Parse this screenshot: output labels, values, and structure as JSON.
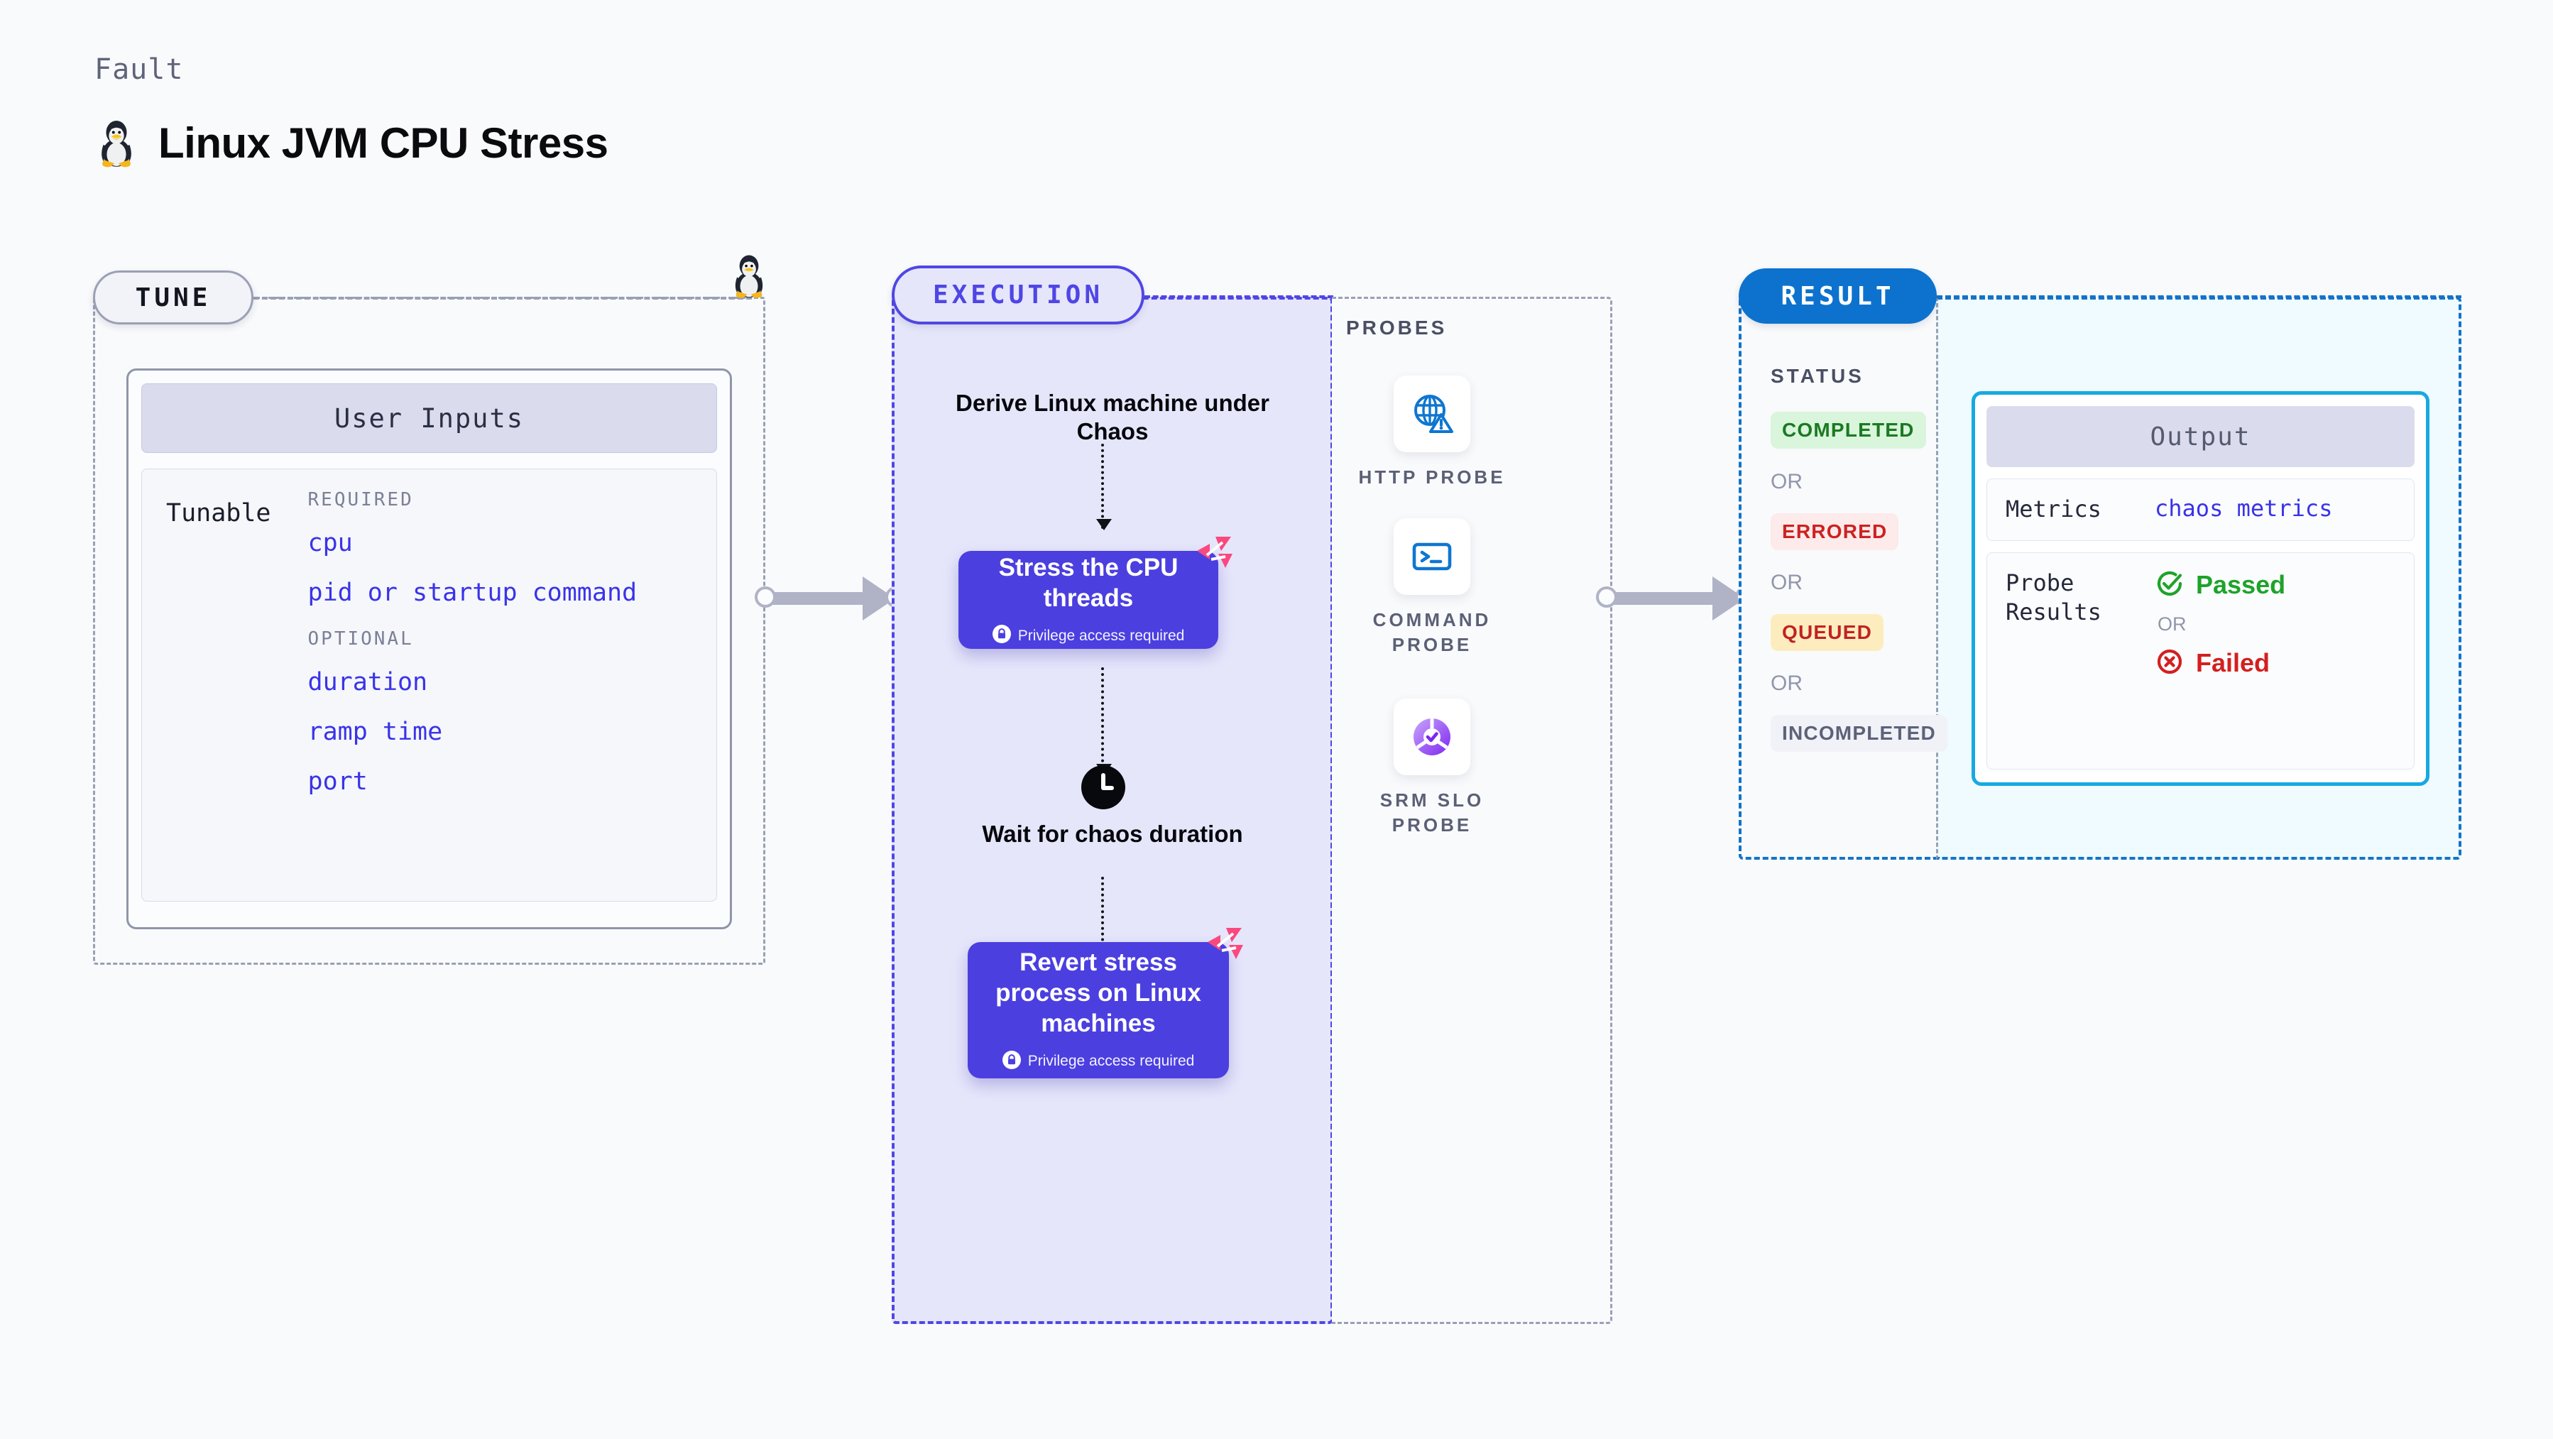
{
  "header": {
    "kicker": "Fault",
    "title": "Linux JVM CPU Stress",
    "icon": "tux-penguin-icon"
  },
  "colors": {
    "indigo": "#4f46e5",
    "indigo_card": "#4b3fe0",
    "result_blue": "#0c72ce",
    "cyan_border": "#17a9e0",
    "mono_blue": "#3a33e8",
    "gray_dash": "#9aa0b4",
    "pink_litmus": "#f9497f"
  },
  "tune": {
    "badge": "TUNE",
    "card_title": "User Inputs",
    "tunable_label": "Tunable",
    "groups": [
      {
        "title": "REQUIRED",
        "items": [
          "cpu",
          "pid or startup command"
        ]
      },
      {
        "title": "OPTIONAL",
        "items": [
          "duration",
          "ramp time",
          "port"
        ]
      }
    ]
  },
  "execution": {
    "badge": "EXECUTION",
    "steps": [
      {
        "type": "text",
        "label": "Derive Linux machine under Chaos"
      },
      {
        "type": "card",
        "label": "Stress the CPU threads",
        "privilege": "Privilege access required",
        "icon": "lock-icon",
        "badge_icon": "litmus-logo-icon"
      },
      {
        "type": "text",
        "label": "Wait for chaos duration",
        "icon": "clock-icon"
      },
      {
        "type": "card",
        "label": "Revert stress process on Linux machines",
        "privilege": "Privilege access required",
        "icon": "lock-icon",
        "badge_icon": "litmus-logo-icon"
      }
    ]
  },
  "probes": {
    "label": "PROBES",
    "items": [
      {
        "label": "HTTP PROBE",
        "icon": "globe-warning-icon"
      },
      {
        "label": "COMMAND PROBE",
        "icon": "terminal-icon"
      },
      {
        "label": "SRM SLO PROBE",
        "icon": "slo-donut-check-icon"
      }
    ]
  },
  "result": {
    "badge": "RESULT",
    "status_label": "STATUS",
    "or_label": "OR",
    "statuses": [
      {
        "label": "COMPLETED",
        "tone": "success"
      },
      {
        "label": "ERRORED",
        "tone": "error"
      },
      {
        "label": "QUEUED",
        "tone": "warning"
      },
      {
        "label": "INCOMPLETED",
        "tone": "neutral"
      }
    ],
    "output": {
      "title": "Output",
      "metrics_key": "Metrics",
      "metrics_value": "chaos metrics",
      "probe_results_key": "Probe\nResults",
      "passed_label": "Passed",
      "failed_label": "Failed",
      "or_label": "OR",
      "passed_icon": "check-circle-icon",
      "failed_icon": "x-circle-icon"
    }
  }
}
